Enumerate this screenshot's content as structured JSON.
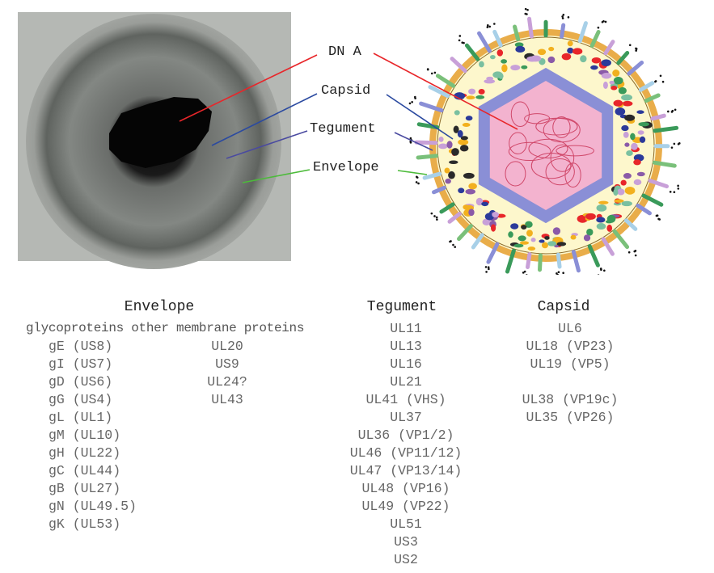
{
  "labels": {
    "dna": "DN A",
    "capsid": "Capsid",
    "tegument": "Tegument",
    "envelope": "Envelope"
  },
  "colors": {
    "dna": "#e8262a",
    "capsid": "#2b4aa0",
    "tegument": "#4a4aa0",
    "envelope": "#4cbb3a"
  },
  "table": {
    "envelope": {
      "title": "Envelope",
      "subheader": "glycoproteins other membrane proteins",
      "glycoproteins": [
        "gE (US8)",
        "gI (US7)",
        "gD (US6)",
        "gG (US4)",
        "gL (UL1)",
        "gM (UL10)",
        "gH (UL22)",
        "gC (UL44)",
        "gB (UL27)",
        "gN (UL49.5)",
        "gK (UL53)"
      ],
      "other": [
        "UL20",
        "US9",
        "UL24?",
        "UL43"
      ]
    },
    "tegument": {
      "title": "Tegument",
      "items": [
        "UL11",
        "UL13",
        "UL16",
        "UL21",
        "UL41 (VHS)",
        "UL37",
        "UL36 (VP1/2)",
        "UL46 (VP11/12)",
        "UL47 (VP13/14)",
        "UL48 (VP16)",
        "UL49 (VP22)",
        "UL51",
        "US3",
        "US2"
      ]
    },
    "capsid": {
      "title": "Capsid",
      "items": [
        "UL6",
        "UL18 (VP23)",
        "UL19 (VP5)",
        "",
        "UL38 (VP19c)",
        "UL35 (VP26)"
      ]
    }
  }
}
